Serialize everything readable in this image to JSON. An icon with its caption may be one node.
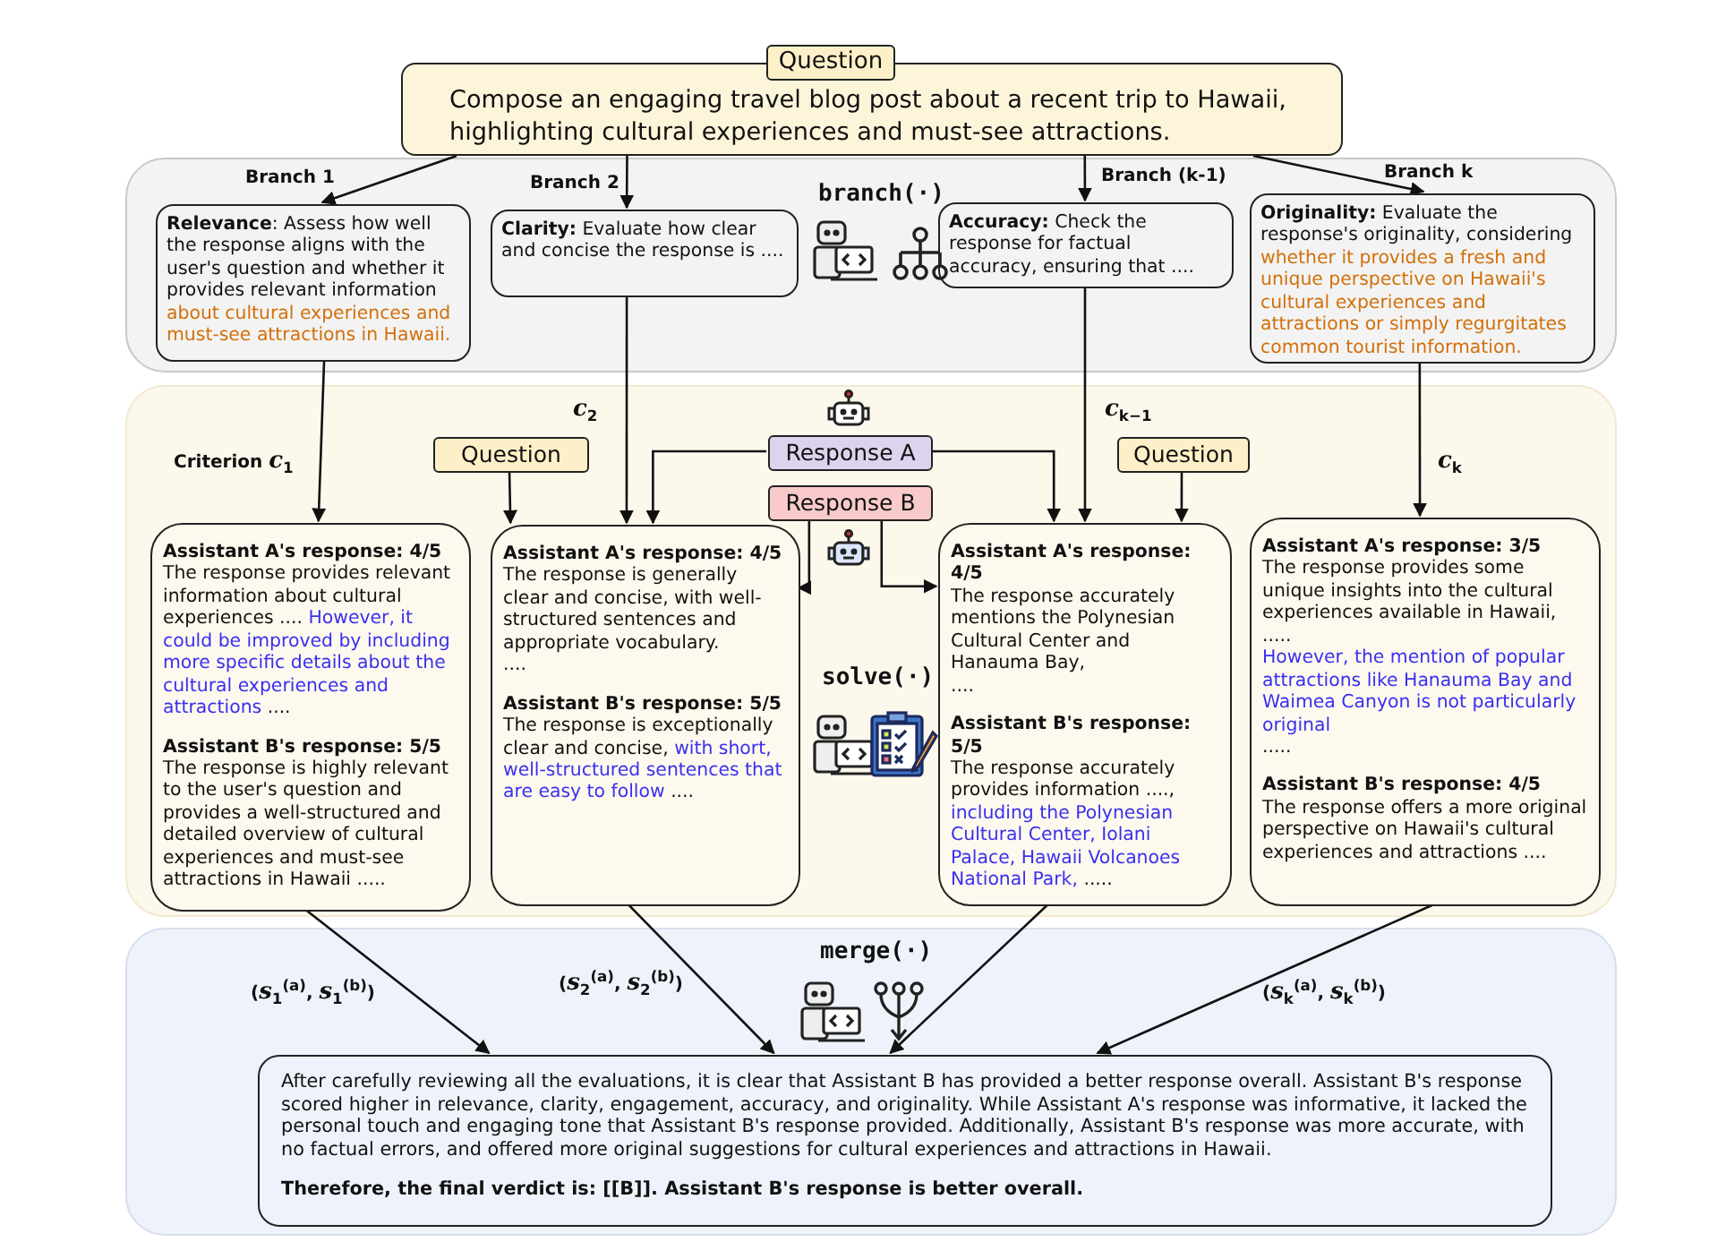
{
  "diagram": {
    "nodes": [
      {
        "text": [
          "Question",
          "Compose an engaging travel blog post about a recent trip to Hawaii, highlighting cultural experiences and must-see attractions."
        ]
      },
      {
        "text": [
          "branch(·)"
        ]
      },
      {
        "text": [
          "**Relevance**: Assess how well the response aligns with the user's question and whether it provides relevant information",
          "about cultural experiences and must-see attractions in Hawaii."
        ],
        "in": 1
      },
      {
        "text": [
          "**Clarity:** Evaluate how clear and concise the response is ...."
        ],
        "in": 1
      },
      {
        "text": [
          "**Accuracy:** Check the response for factual accuracy, ensuring that ...."
        ],
        "in": 1
      },
      {
        "text": [
          "**Originality:** Evaluate the response's originality, considering",
          "whether it provides a fresh and unique perspective on Hawaii's cultural experiences and attractions or simply regurgitates common tourist information."
        ],
        "in": 1
      },
      {
        "text": [
          "solve(·)"
        ]
      },
      {
        "text": [
          "Question"
        ],
        "in": 6
      },
      {
        "text": [
          "Response A"
        ],
        "in": 6
      },
      {
        "text": [
          "Response B"
        ],
        "in": 6
      },
      {
        "text": [
          "Question"
        ],
        "in": 6
      },
      {
        "text": [
          "Assistant A's response: 4/5",
          "The response provides relevant information about cultural experiences ....",
          "However, it could be improved by including more specific details about the cultural experiences and attractions",
          "....",
          "Assistant B's response: 5/5",
          "The response is highly relevant to the user's question and provides a well-structured and detailed overview of cultural experiences and must-see attractions in Hawaii ....."
        ],
        "in": 6
      },
      {
        "text": [
          "Assistant A's response: 4/5",
          "The response is generally clear and concise, with well-structured sentences and appropriate vocabulary.",
          "....",
          "Assistant B's response: 5/5",
          "The response is exceptionally clear and concise,",
          "with short, well-structured sentences that are easy to follow",
          "...."
        ],
        "in": 6
      },
      {
        "text": [
          "Assistant A's response: 4/5",
          "The response accurately mentions the Polynesian Cultural Center and Hanauma Bay,",
          "....",
          "Assistant B's response: 5/5",
          "The response accurately provides information ....,",
          "including the Polynesian Cultural Center, Iolani Palace, Hawaii Volcanoes National Park,",
          "....."
        ],
        "in": 6
      },
      {
        "text": [
          "Assistant A's response: 3/5",
          "The response provides some unique insights into the cultural experiences available in Hawaii,",
          ".....",
          "However, the mention of popular attractions like Hanauma Bay and Waimea Canyon is not particularly original",
          ".....",
          "Assistant B's response: 4/5",
          "The response offers a more original perspective on Hawaii's cultural experiences and attractions ...."
        ],
        "in": 6
      },
      {
        "text": [
          "merge(·)"
        ]
      },
      {
        "text": [
          "After carefully reviewing all the evaluations, it is clear that Assistant B has provided a better response overall. Assistant B's response scored higher in relevance, clarity, engagement, accuracy, and originality. While Assistant A's response was informative, it lacked the personal touch and engaging tone that Assistant B's response provided. Additionally, Assistant B's response was more accurate, with no factual errors, and offered more original suggestions for cultural experiences and attractions in Hawaii.",
          "Therefore, the final verdict is: [[B]]. Assistant B's response is better overall."
        ],
        "in": 15
      }
    ],
    "edges": [
      {
        "from": 0,
        "to": 2,
        "arrow": "to",
        "label": "Branch 1"
      },
      {
        "from": 0,
        "to": 3,
        "arrow": "to",
        "label": "Branch 2"
      },
      {
        "from": 0,
        "to": 4,
        "arrow": "to",
        "label": "Branch (k-1)"
      },
      {
        "from": 0,
        "to": 5,
        "arrow": "to",
        "label": "Branch k"
      },
      {
        "from": 2,
        "to": 11,
        "arrow": "to",
        "label": "Criterion *c*$_{1}$"
      },
      {
        "from": 3,
        "to": 12,
        "arrow": "to",
        "label": "*c*$_{2}$"
      },
      {
        "from": 4,
        "to": 13,
        "arrow": "to",
        "label": "*c*$_{k−1}$"
      },
      {
        "from": 5,
        "to": 14,
        "arrow": "to",
        "label": "*c*$_{k}$"
      },
      {
        "from": 7,
        "to": 12,
        "arrow": "to"
      },
      {
        "from": 8,
        "to": 12,
        "arrow": "to"
      },
      {
        "from": 9,
        "to": 12,
        "arrow": "to"
      },
      {
        "from": 8,
        "to": 13,
        "arrow": "to"
      },
      {
        "from": 9,
        "to": 13,
        "arrow": "to"
      },
      {
        "from": 10,
        "to": 13,
        "arrow": "to"
      },
      {
        "from": 11,
        "to": 16,
        "arrow": "to",
        "label": "(*s*$_{1}$$^{(a)}$, *s*$_{1}$$^{(b)}$)"
      },
      {
        "from": 12,
        "to": 16,
        "arrow": "to",
        "label": "(*s*$_{2}$$^{(a)}$, *s*$_{2}$$^{(b)}$)"
      },
      {
        "from": 13,
        "to": 16,
        "arrow": "to"
      },
      {
        "from": 14,
        "to": 16,
        "arrow": "to",
        "label": "(*s*$_{k}$$^{(a)}$, *s*$_{k}$$^{(b)}$)"
      }
    ]
  }
}
